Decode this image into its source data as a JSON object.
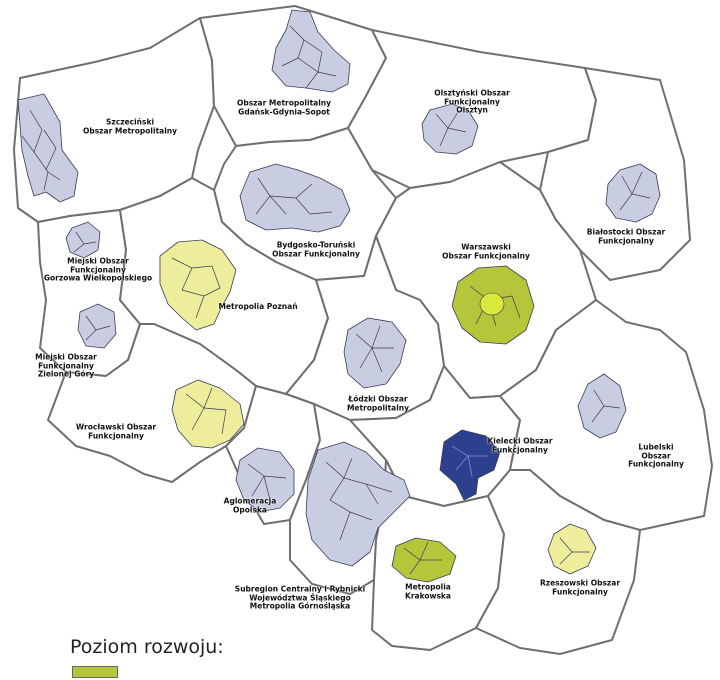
{
  "colors": {
    "base": "#c9cde2",
    "highest": "#b6c63a",
    "high": "#eded9c",
    "low": "#2d3f8f",
    "border": "#6f6f6f"
  },
  "legend": {
    "title": "Poziom rozwoju:",
    "first_swatch_color": "#b6c63a"
  },
  "regions": [
    {
      "name": "Szczeciński\nObszar Metropolitalny",
      "level": "base"
    },
    {
      "name": "Obszar Metropolitalny\nGdańsk-Gdynia-Sopot",
      "level": "base"
    },
    {
      "name": "Olsztyński Obszar\nFunkcjonalny\nOlsztyn",
      "level": "base"
    },
    {
      "name": "Białostocki Obszar\nFunkcjonalny",
      "level": "base"
    },
    {
      "name": "Bydgosko-Toruński\nObszar Funkcjonalny",
      "level": "base"
    },
    {
      "name": "Miejski Obszar\nFunkcjonalny\nGorzowa Wielkopolskiego",
      "level": "base"
    },
    {
      "name": "Metropolia Poznań",
      "level": "high"
    },
    {
      "name": "Warszawski\nObszar Funkcjonalny",
      "level": "highest"
    },
    {
      "name": "Miejski Obszar\nFunkcjonalny\nZielonej Góry",
      "level": "base"
    },
    {
      "name": "Łódzki Obszar\nMetropolitalny",
      "level": "base"
    },
    {
      "name": "Wrocławski Obszar\nFunkcjonalny",
      "level": "high"
    },
    {
      "name": "Kielecki Obszar\nFunkcjonalny",
      "level": "low"
    },
    {
      "name": "Lubelski\nObszar Funkcjonalny",
      "level": "base"
    },
    {
      "name": "Aglomeracja\nOpolska",
      "level": "base"
    },
    {
      "name": "Subregion Centralny i Rybnicki\nWojewództwa Śląskiego\nMetropolia Górnośląska",
      "level": "base"
    },
    {
      "name": "Metropolia\nKrakowska",
      "level": "highest"
    },
    {
      "name": "Rzeszowski Obszar\nFunkcjonalny",
      "level": "high"
    }
  ]
}
